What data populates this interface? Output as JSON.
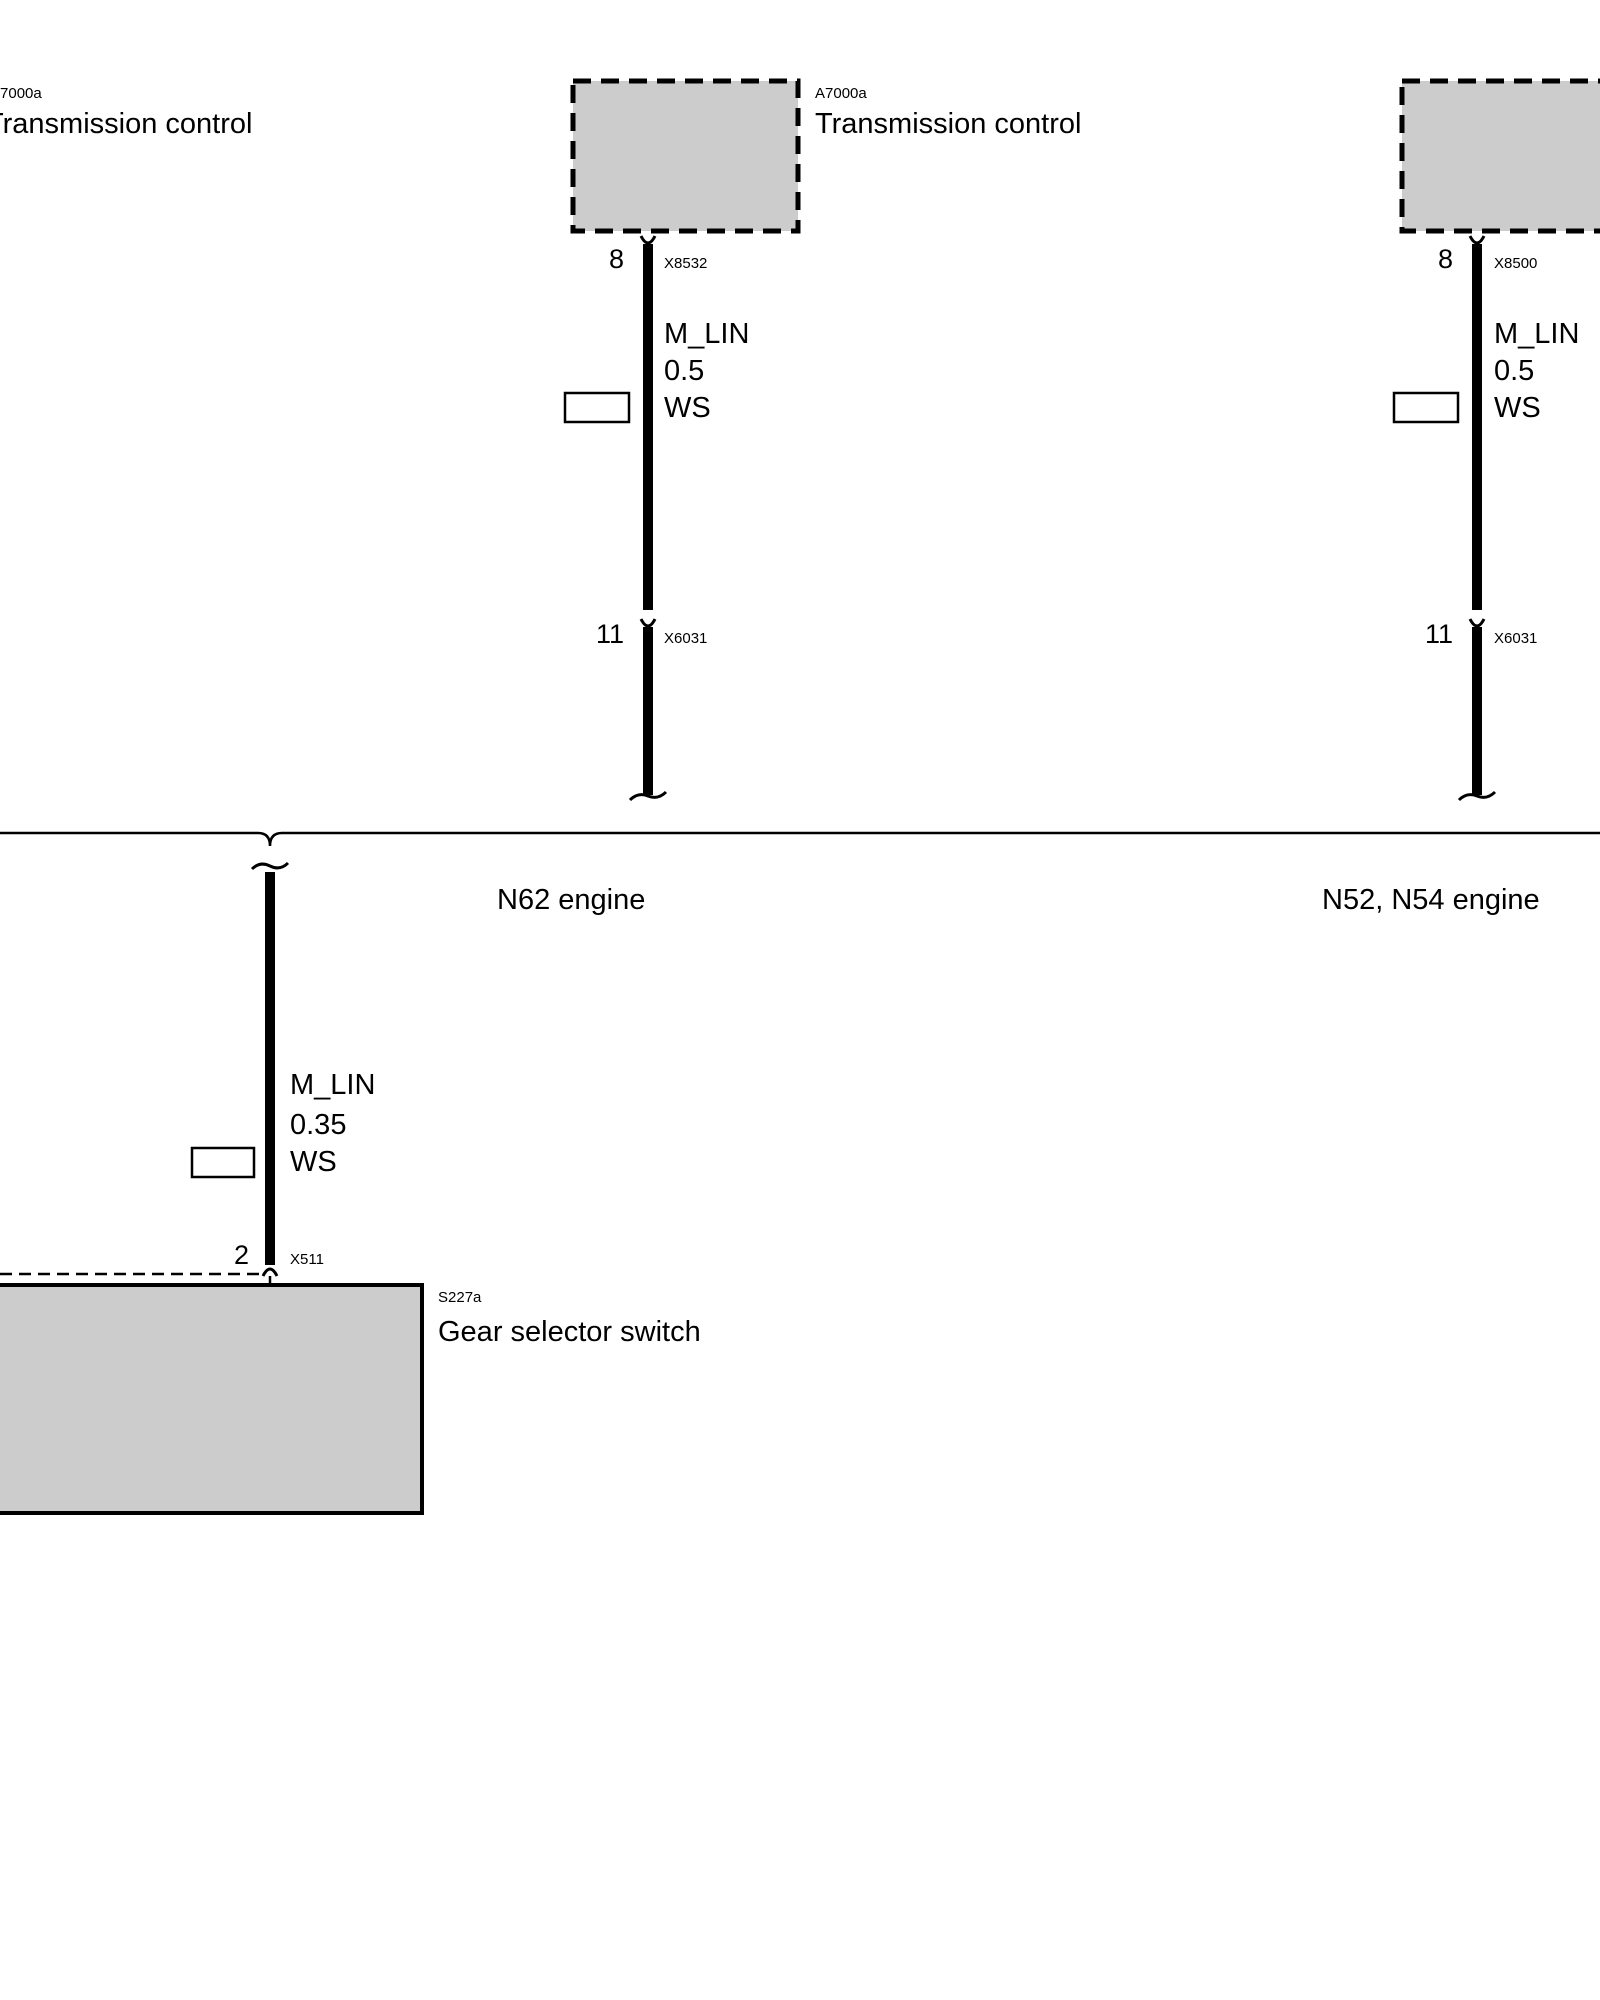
{
  "colors": {
    "line": "#000000",
    "component_fill": "#cccccc",
    "background": "#ffffff"
  },
  "components": [
    {
      "id": "A7000a",
      "name": "Transmission control"
    },
    {
      "id": "A7000a",
      "name": "Transmission control"
    },
    {
      "id": "S227a",
      "name": "Gear selector switch"
    }
  ],
  "wires": [
    {
      "variant": "N62 engine",
      "top_pin": "8",
      "top_connector": "X8532",
      "signal": "M_LIN",
      "cross_section": "0.5",
      "color": "WS",
      "bottom_pin": "11",
      "bottom_connector": "X6031"
    },
    {
      "variant": "N52, N54 engine",
      "top_pin": "8",
      "top_connector": "X8500",
      "signal": "M_LIN",
      "cross_section": "0.5",
      "color": "WS",
      "bottom_pin": "11",
      "bottom_connector": "X6031"
    },
    {
      "signal": "M_LIN",
      "cross_section": "0.35",
      "color": "WS",
      "pin": "2",
      "connector": "X511"
    }
  ]
}
